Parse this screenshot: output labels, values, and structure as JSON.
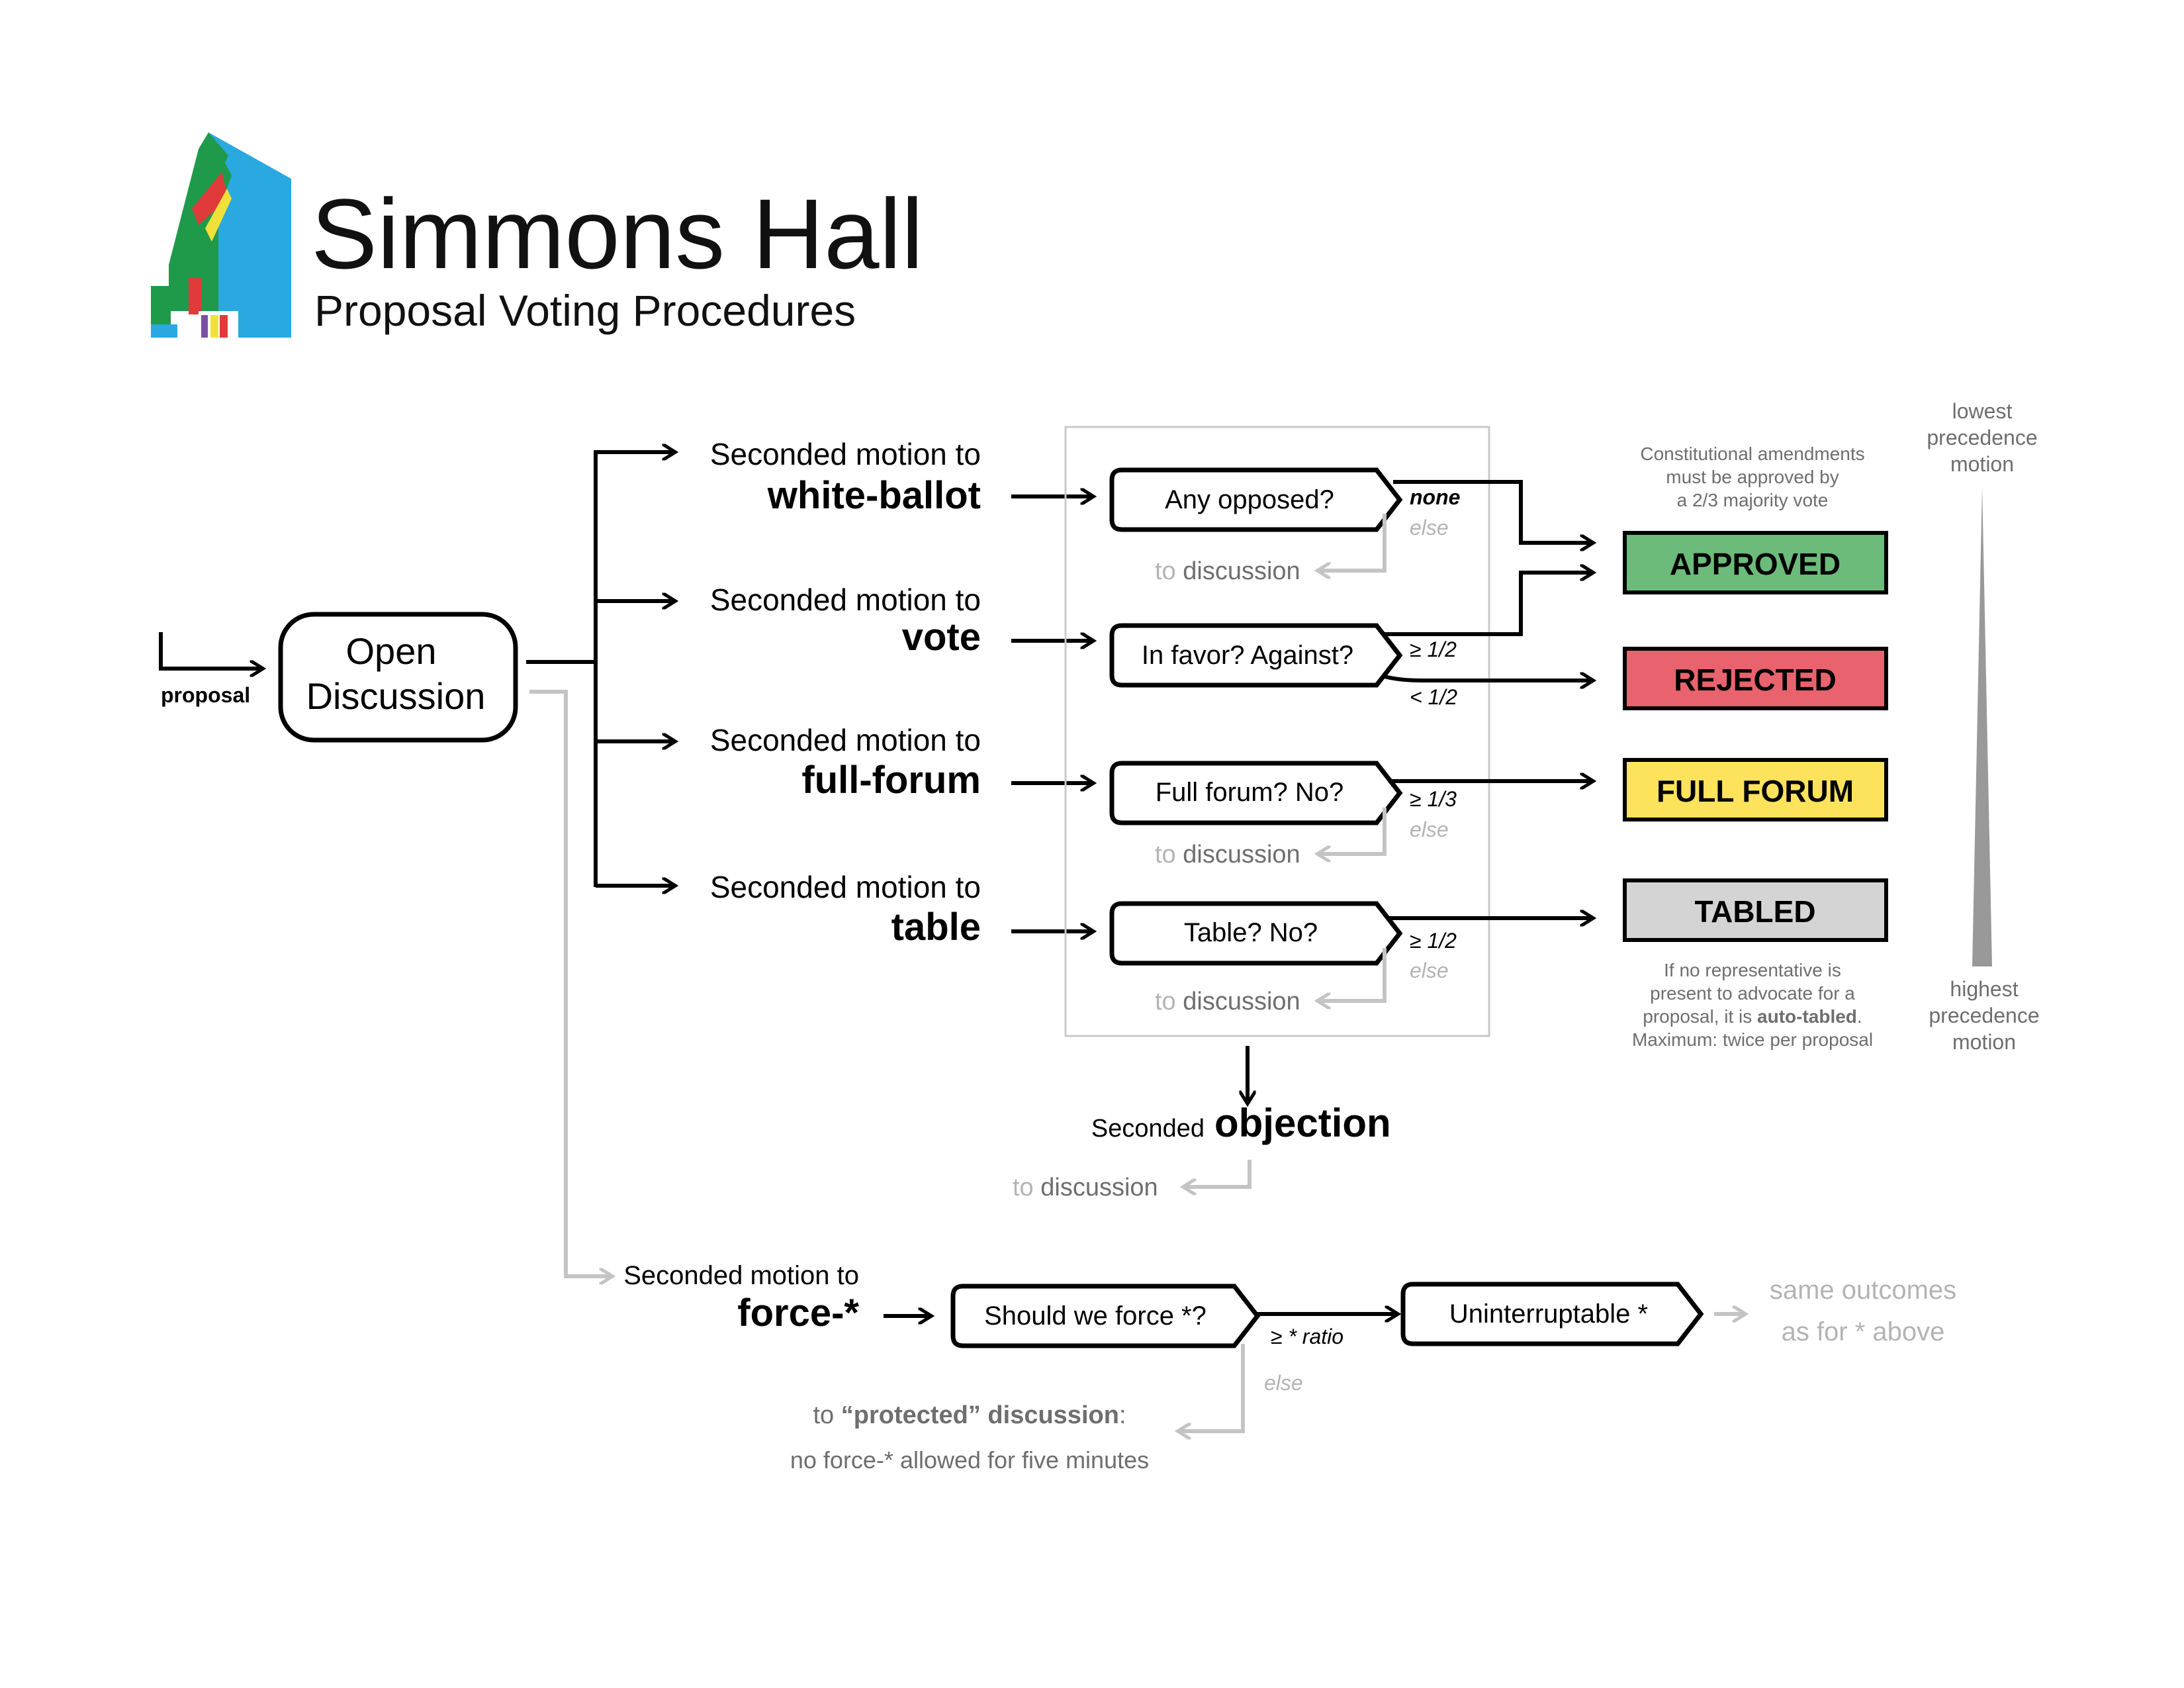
{
  "header": {
    "title": "Simmons Hall",
    "subtitle": "Proposal Voting Procedures"
  },
  "entry": {
    "label": "proposal",
    "discussion_line1": "Open",
    "discussion_line2": "Discussion"
  },
  "motions": [
    {
      "prefix": "Seconded motion to",
      "name": "white-ballot"
    },
    {
      "prefix": "Seconded motion to",
      "name": "vote"
    },
    {
      "prefix": "Seconded motion to",
      "name": "full-forum"
    },
    {
      "prefix": "Seconded motion to",
      "name": "table"
    }
  ],
  "questions": [
    {
      "text": "Any opposed?",
      "pass": "none",
      "fail": "else"
    },
    {
      "text": "In favor? Against?",
      "pass": "≥ 1/2",
      "fail": "< 1/2"
    },
    {
      "text": "Full forum? No?",
      "pass": "≥ 1/3",
      "fail": "else"
    },
    {
      "text": "Table? No?",
      "pass": "≥ 1/2",
      "fail": "else"
    }
  ],
  "to_discussion": {
    "to": "to",
    "discussion": "discussion"
  },
  "outcomes": [
    {
      "label": "APPROVED",
      "color": "#6cbb7b"
    },
    {
      "label": "REJECTED",
      "color": "#e8636d"
    },
    {
      "label": "FULL FORUM",
      "color": "#fde25c"
    },
    {
      "label": "TABLED",
      "color": "#d4d4d4"
    }
  ],
  "notes": {
    "amendments": [
      "Constitutional amendments",
      "must be approved by",
      "a 2/3 majority vote"
    ],
    "tabled_line1": "If no representative is",
    "tabled_line2": "present to advocate for a",
    "tabled_line3_pre": "proposal, it is ",
    "tabled_line3_bold": "auto-tabled",
    "tabled_line3_post": ".",
    "tabled_line4": "Maximum: twice per proposal"
  },
  "precedence": {
    "top": [
      "lowest",
      "precedence",
      "motion"
    ],
    "bottom": [
      "highest",
      "precedence",
      "motion"
    ]
  },
  "objection": {
    "prefix": "Seconded",
    "name": "objection"
  },
  "force": {
    "prefix": "Seconded motion to",
    "name": "force-*",
    "question": "Should we force *?",
    "ratio": "≥ * ratio",
    "else": "else",
    "uninterruptable": "Uninterruptable *",
    "same_line1": "same outcomes",
    "same_line2": "as for * above",
    "protected_pre": "to ",
    "protected_bold": "“protected” discussion",
    "protected_post": ":",
    "protected_line2": "no force-* allowed for five minutes"
  }
}
